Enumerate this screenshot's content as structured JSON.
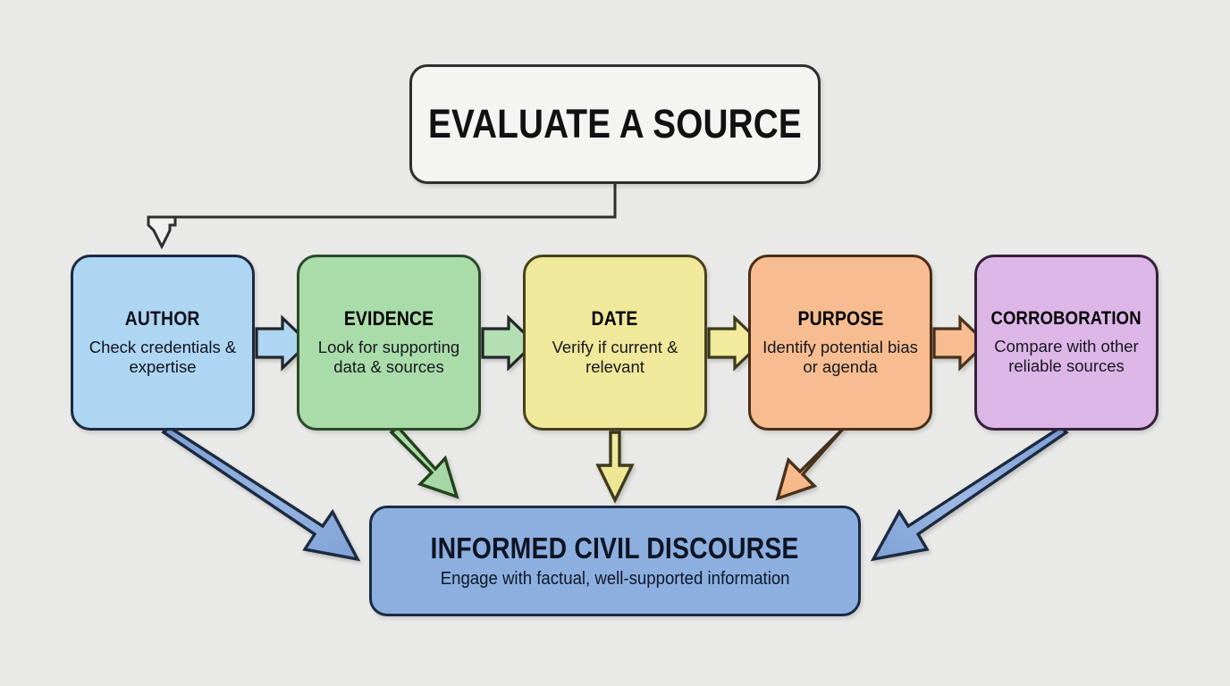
{
  "diagram": {
    "title": "EVALUATE A SOURCE",
    "outcome": {
      "title": "INFORMED CIVIL DISCOURSE",
      "desc": "Engage with factual, well-supported information"
    },
    "steps": [
      {
        "title": "AUTHOR",
        "desc": "Check credentials & expertise",
        "fill": "#aed6f3",
        "stroke": "#1c2940"
      },
      {
        "title": "EVIDENCE",
        "desc": "Look for supporting data & sources",
        "fill": "#aadcaa",
        "stroke": "#2a4a2a"
      },
      {
        "title": "DATE",
        "desc": "Verify if current & relevant",
        "fill": "#f0e89a",
        "stroke": "#46411c"
      },
      {
        "title": "PURPOSE",
        "desc": "Identify potential bias or agenda",
        "fill": "#f7bd90",
        "stroke": "#4a2d17"
      },
      {
        "title": "CORROBORATION",
        "desc": "Compare with other reliable sources",
        "fill": "#ddb6e8",
        "stroke": "#35203a"
      }
    ],
    "colors": {
      "background": "#e9e9e7",
      "title_fill": "#f4f4f2",
      "title_stroke": "#2e2e32",
      "outcome_fill": "#8cafe0",
      "outcome_stroke": "#1b2a44"
    }
  }
}
